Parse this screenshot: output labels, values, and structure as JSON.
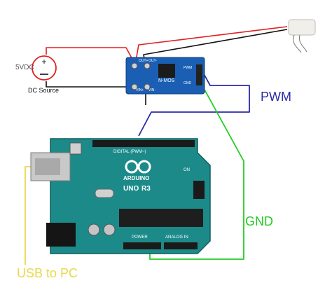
{
  "source": {
    "voltage": "5VDC",
    "caption": "DC Source"
  },
  "mosfet": {
    "module_label": "N-MOS",
    "terminal_labels": [
      "OUT+",
      "OUT-",
      "VIN+",
      "VIN-",
      "PWM",
      "GND"
    ]
  },
  "arduino": {
    "logo_text": "ARDUINO",
    "model": "UNO",
    "revision": "R3",
    "digital_header": "DIGITAL (PWM~)",
    "power_header": "POWER",
    "analog_header": "ANALOG IN",
    "on_led": "ON"
  },
  "wires": {
    "pwm_label": "PWM",
    "gnd_label": "GND",
    "usb_label": "USB to PC"
  },
  "colors": {
    "board": "#1d8a8a",
    "module": "#1a5fb4",
    "pwm_wire": "#2a2aa8",
    "gnd_wire": "#22cc22",
    "usb_wire": "#e8d84a",
    "power_wire": "#e02020"
  }
}
